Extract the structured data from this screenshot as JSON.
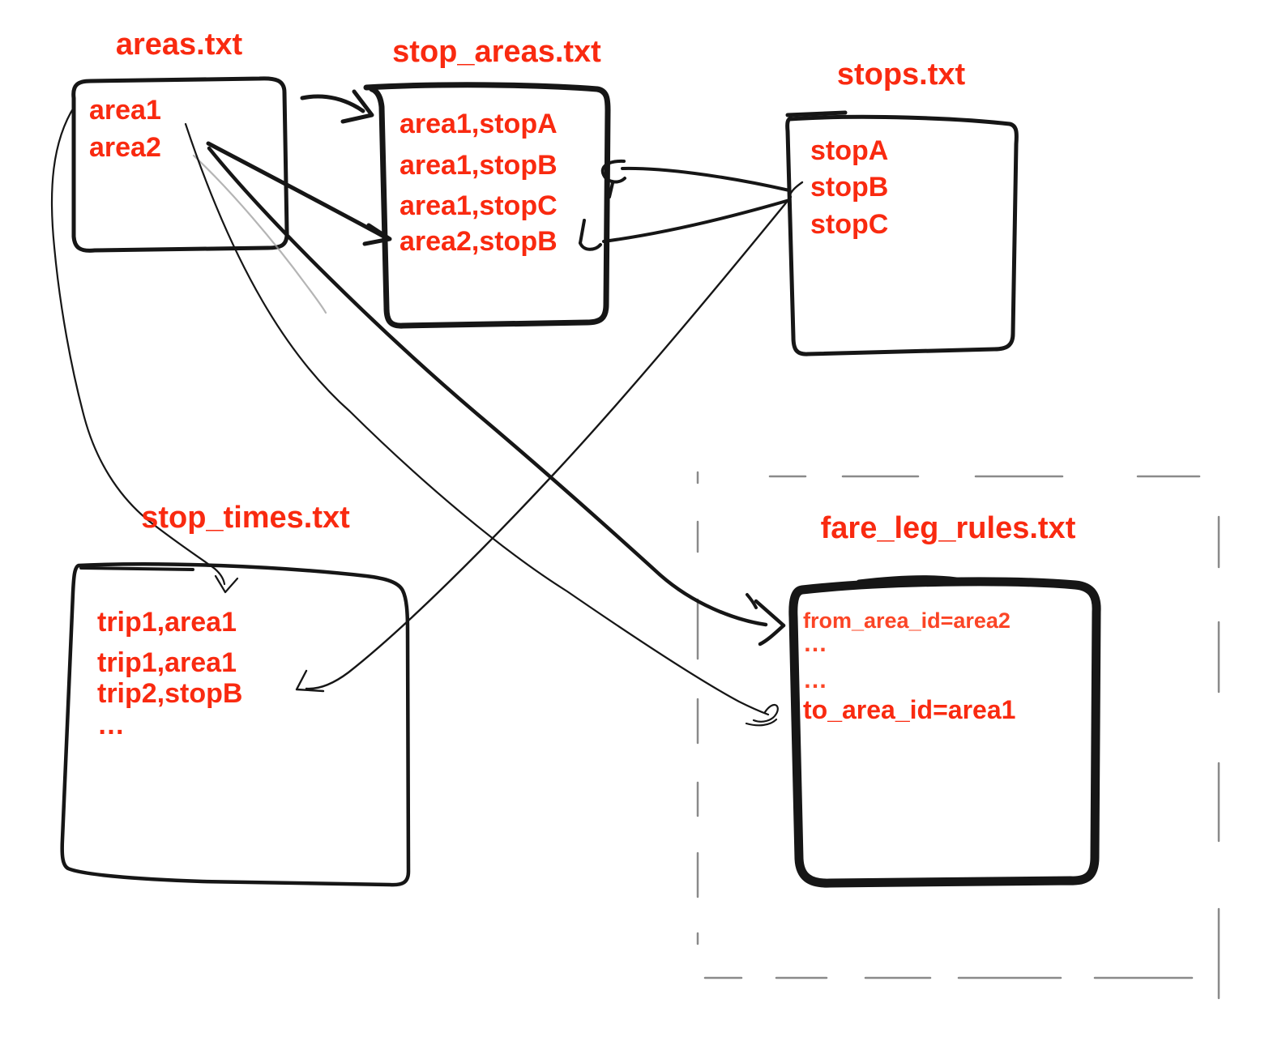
{
  "palette": {
    "label_red": "#f92a10",
    "light_red": "#fb4526",
    "ink": "#161616",
    "dashed_gray": "#8a8a8a",
    "shadow_gray": "#9c9c9c",
    "background": "#ffffff"
  },
  "files": [
    {
      "id": "areas",
      "title": "areas.txt",
      "rows": [
        "area1",
        "area2"
      ]
    },
    {
      "id": "stop_areas",
      "title": "stop_areas.txt",
      "rows": [
        "area1,stopA",
        "area1,stopB",
        "area1,stopC",
        "area2,stopB"
      ]
    },
    {
      "id": "stops",
      "title": "stops.txt",
      "rows": [
        "stopA",
        "stopB",
        "stopC"
      ]
    },
    {
      "id": "stop_times",
      "title": "stop_times.txt",
      "rows": [
        "trip1,area1",
        "trip1,area1",
        "trip2,stopB",
        "…"
      ]
    },
    {
      "id": "fare_leg_rules",
      "title": "fare_leg_rules.txt",
      "rows": [
        "from_area_id=area2",
        "…",
        "…",
        "to_area_id=area1"
      ]
    }
  ],
  "connections": [
    {
      "from": "areas.txt",
      "to": "stop_areas.txt"
    },
    {
      "from": "areas.txt:area2",
      "to": "stop_areas.txt:area2,stopB"
    },
    {
      "from": "stops.txt:stopB",
      "to": "stop_areas.txt:area1,stopB"
    },
    {
      "from": "stops.txt:stopB",
      "to": "stop_areas.txt:area2,stopB"
    },
    {
      "from": "stops.txt:stopB",
      "to": "stop_times.txt:trip2,stopB"
    },
    {
      "from": "areas.txt:area1",
      "to": "stop_times.txt"
    },
    {
      "from": "areas.txt:area2",
      "to": "fare_leg_rules.txt:from_area_id=area2"
    },
    {
      "from": "areas.txt:area1",
      "to": "fare_leg_rules.txt:to_area_id=area1"
    }
  ]
}
